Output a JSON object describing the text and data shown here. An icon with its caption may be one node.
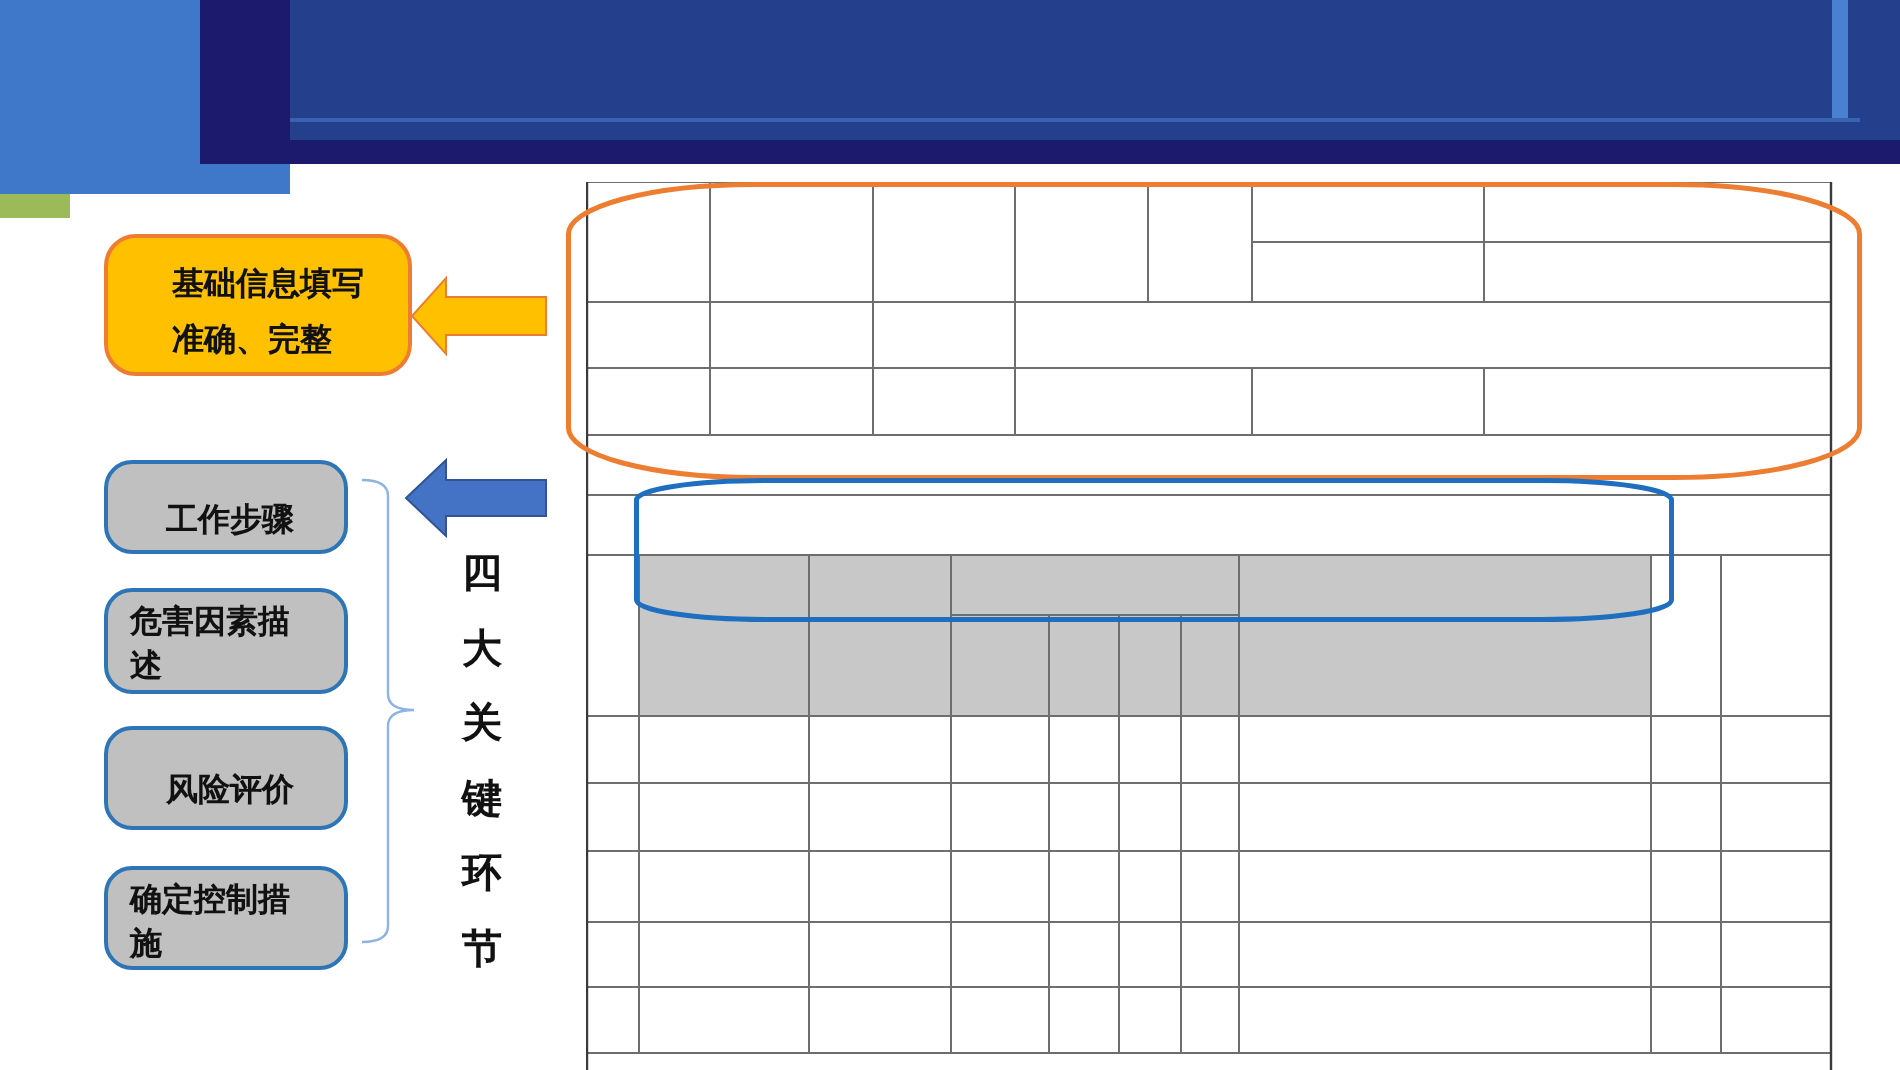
{
  "diagram": {
    "nodes": [
      {
        "text": [
          "基础信息填写准确、完整"
        ]
      },
      {
        "text": [],
        "shape": "oval"
      },
      {
        "text": [
          "工作步骤"
        ]
      },
      {
        "text": [],
        "shape": "oval"
      },
      {
        "text": [
          "危害因素描述"
        ]
      },
      {
        "text": [
          "风险评价"
        ]
      },
      {
        "text": [
          "确定控制措施"
        ]
      }
    ],
    "edges": [
      {
        "from": 1,
        "to": 0,
        "arrow": "to",
        "color": "#ffc000"
      },
      {
        "from": 3,
        "to": 2,
        "arrow": "to",
        "color": "#4472c4"
      }
    ],
    "labels": [
      "四大关键环节"
    ]
  }
}
